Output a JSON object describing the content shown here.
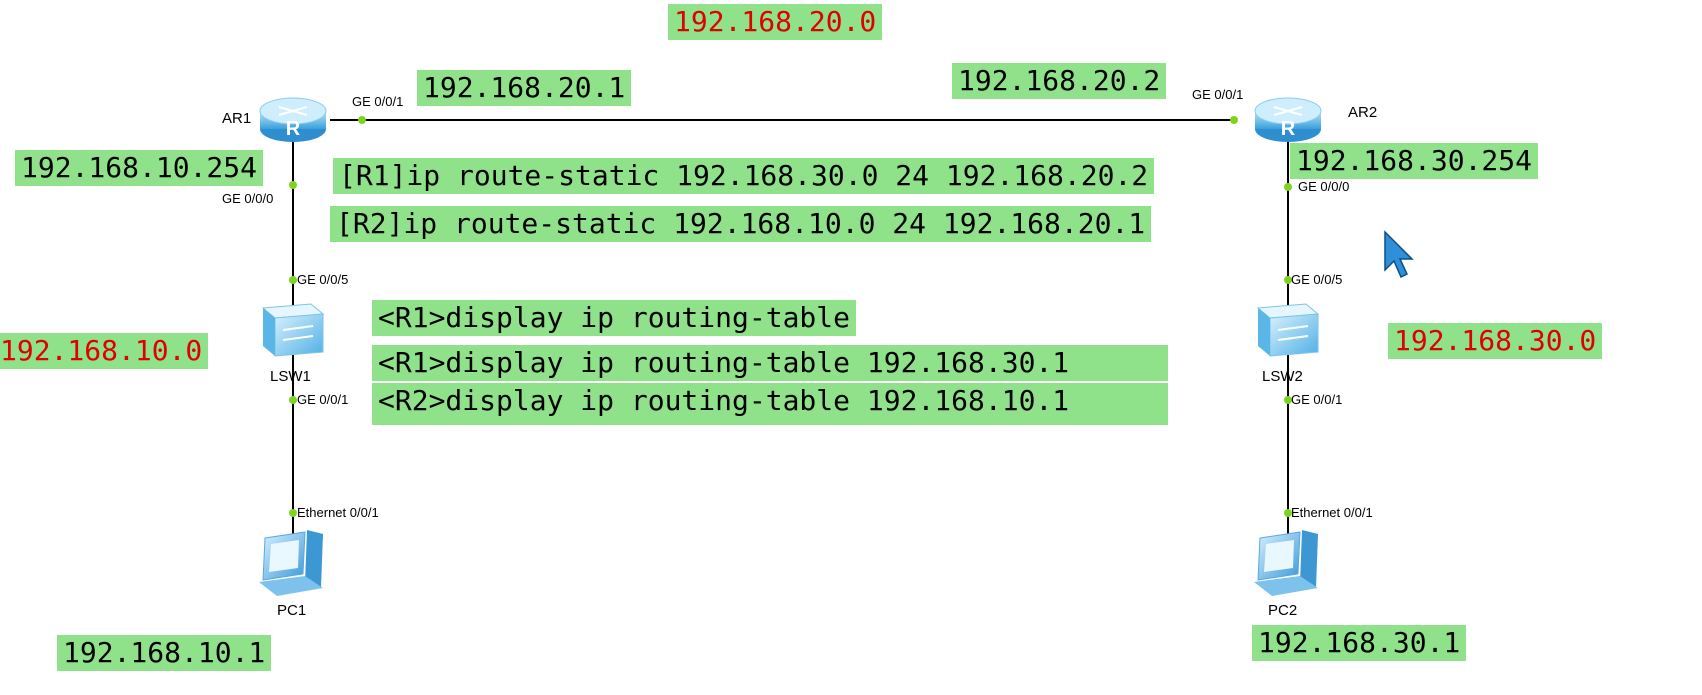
{
  "networks": {
    "top": "192.168.20.0",
    "left": "192.168.10.0",
    "right": "192.168.30.0"
  },
  "ips": {
    "ar1_ge001": "192.168.20.1",
    "ar2_ge001": "192.168.20.2",
    "ar1_ge000": "192.168.10.254",
    "ar2_ge000": "192.168.30.254",
    "pc1": "192.168.10.1",
    "pc2": "192.168.30.1"
  },
  "commands": {
    "static_r1": "[R1]ip route-static 192.168.30.0 24 192.168.20.2",
    "static_r2": "[R2]ip route-static 192.168.10.0 24 192.168.20.1",
    "display1": "<R1>display ip routing-table",
    "display2": "<R1>display ip routing-table 192.168.30.1",
    "display3": "<R2>display ip routing-table 192.168.10.1"
  },
  "devices": {
    "ar1": "AR1",
    "ar2": "AR2",
    "lsw1": "LSW1",
    "lsw2": "LSW2",
    "pc1": "PC1",
    "pc2": "PC2"
  },
  "ports": {
    "ar1_ge001": "GE 0/0/1",
    "ar2_ge001": "GE 0/0/1",
    "ar1_ge000": "GE 0/0/0",
    "ar2_ge000": "GE 0/0/0",
    "lsw1_ge005": "GE 0/0/5",
    "lsw2_ge005": "GE 0/0/5",
    "lsw1_ge001": "GE 0/0/1",
    "lsw2_ge001": "GE 0/0/1",
    "pc1_eth": "Ethernet 0/0/1",
    "pc2_eth": "Ethernet 0/0/1"
  },
  "colors": {
    "highlight": "#8fe28a",
    "network_text": "#e00000",
    "device_blue": "#3aa0e0",
    "port_dot": "#7ed321"
  },
  "icons": {
    "router": "router-icon",
    "switch": "switch-icon",
    "pc": "pc-icon",
    "cursor": "mouse-cursor-icon"
  }
}
